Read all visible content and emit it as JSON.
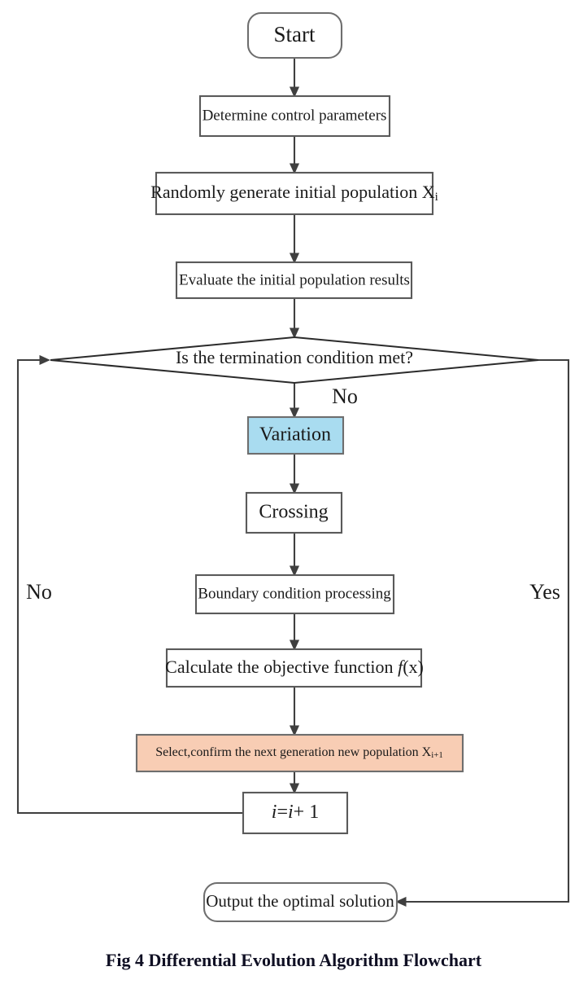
{
  "figure": {
    "caption": "Fig 4 Differential Evolution Algorithm Flowchart",
    "background": "#ffffff"
  },
  "colors": {
    "box_fill_default": "#ffffff",
    "box_stroke": "#5a5a5a",
    "diamond_stroke": "#2b2b2b",
    "variation_fill": "#a9dcf0",
    "variation_stroke": "#6e6e6e",
    "select_fill": "#f8cdb4",
    "select_stroke": "#6e6e6e",
    "connector": "#3f3f3f",
    "text": "#1a1a1a",
    "caption_text": "#0f0f23"
  },
  "nodes": [
    {
      "id": "start",
      "shape": "rounded-rect",
      "label": "Start",
      "fill": "#ffffff",
      "stroke": "#6e6e6e",
      "font_size": 27
    },
    {
      "id": "determine-control-parameters",
      "shape": "rect",
      "label": "Determine control parameters",
      "fill": "#ffffff",
      "stroke": "#5a5a5a",
      "font_size": 19
    },
    {
      "id": "randomly-generate-initial-population",
      "shape": "rect",
      "label": "Randomly generate initial population X",
      "label_sub": "i",
      "fill": "#ffffff",
      "stroke": "#5a5a5a",
      "font_size": 22
    },
    {
      "id": "evaluate-initial-population",
      "shape": "rect",
      "label": "Evaluate the initial population results",
      "fill": "#ffffff",
      "stroke": "#5a5a5a",
      "font_size": 19
    },
    {
      "id": "termination-condition",
      "shape": "diamond",
      "label": "Is the termination condition met?",
      "fill": "#ffffff",
      "stroke": "#2b2b2b",
      "font_size": 22
    },
    {
      "id": "variation",
      "shape": "rect",
      "label": "Variation",
      "fill": "#a9dcf0",
      "stroke": "#6e6e6e",
      "font_size": 24
    },
    {
      "id": "crossing",
      "shape": "rect",
      "label": "Crossing",
      "fill": "#ffffff",
      "stroke": "#5a5a5a",
      "font_size": 24
    },
    {
      "id": "boundary-condition-processing",
      "shape": "rect",
      "label": "Boundary condition processing",
      "fill": "#ffffff",
      "stroke": "#5a5a5a",
      "font_size": 19
    },
    {
      "id": "calculate-objective-function",
      "shape": "rect",
      "label_part1": "Calculate the objective function ",
      "label_italic": "f",
      "label_part2": "(x)",
      "fill": "#ffffff",
      "stroke": "#5a5a5a",
      "font_size": 22
    },
    {
      "id": "select-confirm-next-generation",
      "shape": "rect",
      "label": "Select,confirm the next generation new population X",
      "label_sub": "i+1",
      "fill": "#f8cdb4",
      "stroke": "#6e6e6e",
      "font_size": 16
    },
    {
      "id": "increment-counter",
      "shape": "rect",
      "label_italic1": "i",
      "label_eq": "=",
      "label_italic2": "i",
      "label_plus": "+ 1",
      "fill": "#ffffff",
      "stroke": "#5a5a5a",
      "font_size": 24
    },
    {
      "id": "output-optimal-solution",
      "shape": "rounded-rect",
      "label": "Output the optimal solution",
      "fill": "#ffffff",
      "stroke": "#6e6e6e",
      "font_size": 21
    }
  ],
  "edge_labels": [
    {
      "id": "branch-no-center",
      "text": "No",
      "font_size": 26
    },
    {
      "id": "branch-no-left",
      "text": "No",
      "font_size": 26
    },
    {
      "id": "branch-yes-right",
      "text": "Yes",
      "font_size": 26
    }
  ]
}
